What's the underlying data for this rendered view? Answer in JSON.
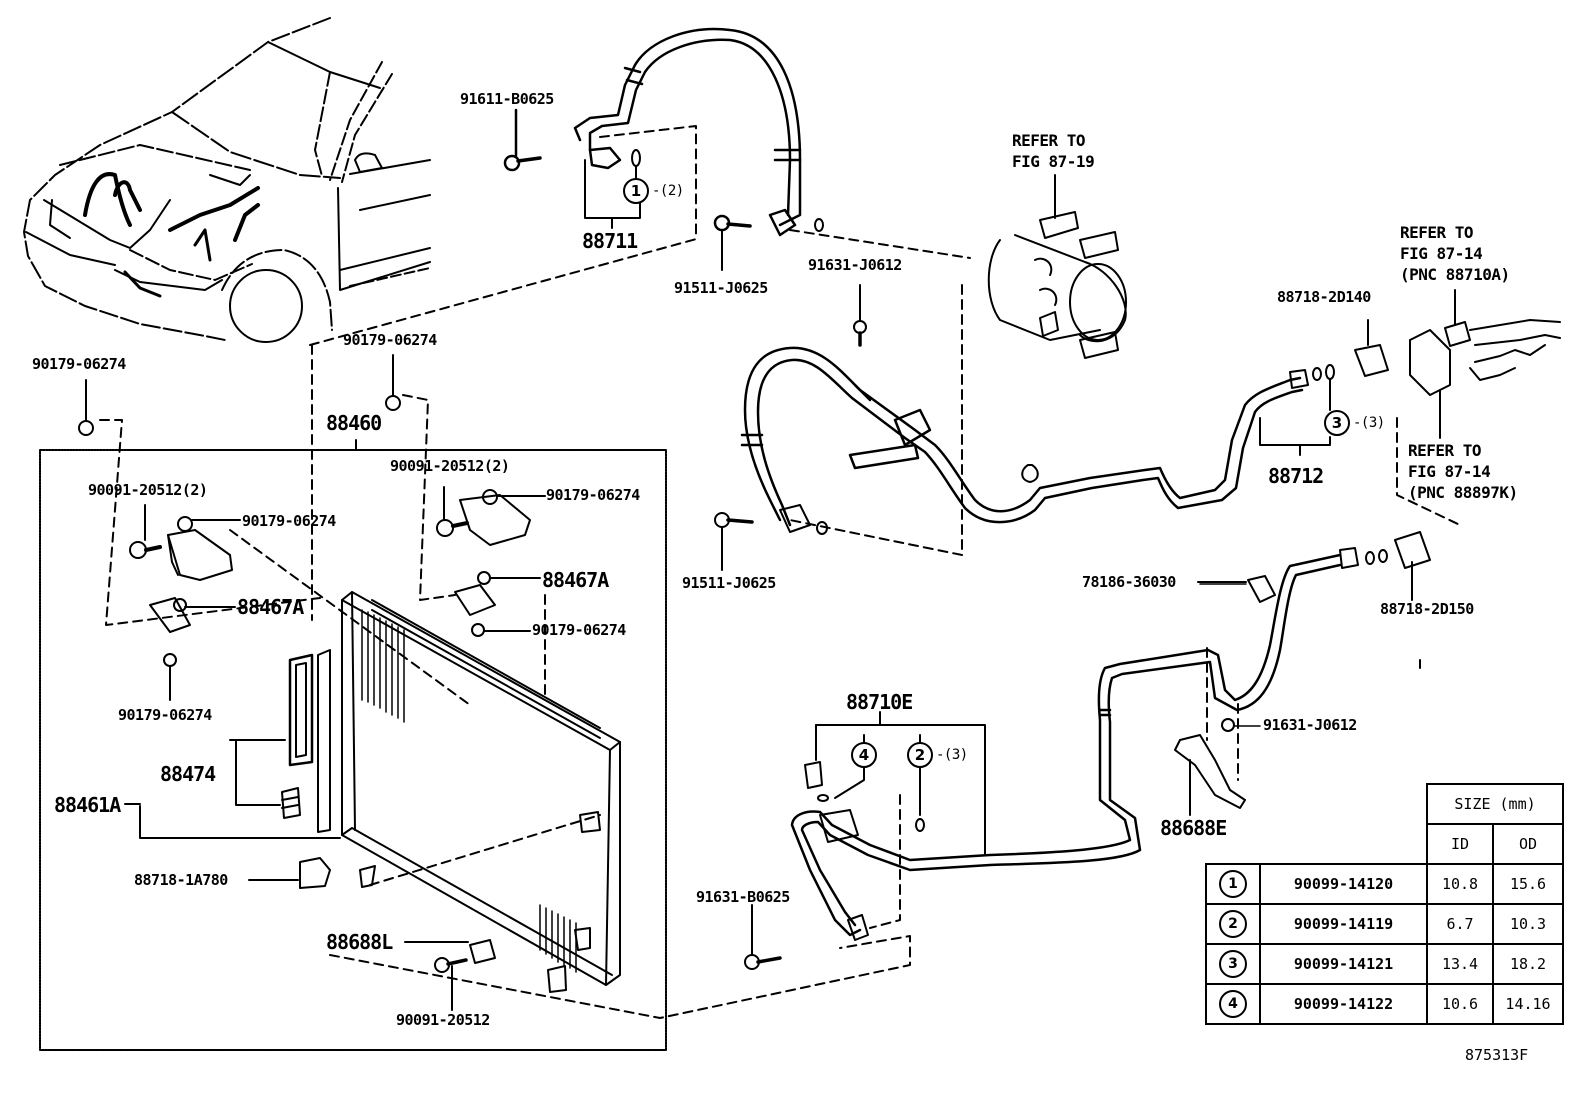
{
  "diagram": {
    "figure_number": "875313F",
    "callouts": {
      "c_91611_B0625": "91611-B0625",
      "c_88711": "88711",
      "c_88711_oring_qty": "-(2)",
      "c_91511_J0625_top": "91511-J0625",
      "c_refer_87_19_line1": "REFER TO",
      "c_refer_87_19_line2": "FIG 87-19",
      "c_91631_J0612_top": "91631-J0612",
      "c_refer_87_14a_line1": "REFER TO",
      "c_refer_87_14a_line2": "FIG 87-14",
      "c_refer_87_14a_pnc": "(PNC 88710A)",
      "c_88718_2D140": "88718-2D140",
      "c_88712": "88712",
      "c_88712_oring_qty": "-(3)",
      "c_refer_87_14k_line1": "REFER TO",
      "c_refer_87_14k_line2": "FIG 87-14",
      "c_refer_87_14k_pnc": "(PNC 88897K)",
      "c_91511_J0625_bottom": "91511-J0625",
      "c_78186_36030": "78186-36030",
      "c_88718_2D150": "88718-2D150",
      "c_91631_J0612_bottom": "91631-J0612",
      "c_88688E": "88688E",
      "c_88710E": "88710E",
      "c_88710E_oring_qty": "-(3)",
      "c_91631_B0625": "91631-B0625",
      "c_90179_06274_far_left": "90179-06274",
      "c_90179_06274_top": "90179-06274",
      "c_88460": "88460",
      "c_90091_20512_2_left": "90091-20512(2)",
      "c_90179_06274_left_bracket": "90179-06274",
      "c_88467A_left": "88467A",
      "c_90179_06274_left_low": "90179-06274",
      "c_90091_20512_2_right": "90091-20512(2)",
      "c_90179_06274_right_bracket": "90179-06274",
      "c_88467A_right": "88467A",
      "c_90179_06274_right_low": "90179-06274",
      "c_88474": "88474",
      "c_88461A": "88461A",
      "c_88718_1A780": "88718-1A780",
      "c_88688L": "88688L",
      "c_90091_20512_bottom": "90091-20512"
    },
    "oring_markers": {
      "m1": "1",
      "m2": "2",
      "m3": "3",
      "m4": "4"
    }
  },
  "size_table": {
    "header": "SIZE (mm)",
    "col_id": "ID",
    "col_od": "OD",
    "rows": [
      {
        "marker": "1",
        "part_no": "90099-14120",
        "id": "10.8",
        "od": "15.6"
      },
      {
        "marker": "2",
        "part_no": "90099-14119",
        "id": "6.7",
        "od": "10.3"
      },
      {
        "marker": "3",
        "part_no": "90099-14121",
        "id": "13.4",
        "od": "18.2"
      },
      {
        "marker": "4",
        "part_no": "90099-14122",
        "id": "10.6",
        "od": "14.16"
      }
    ]
  }
}
